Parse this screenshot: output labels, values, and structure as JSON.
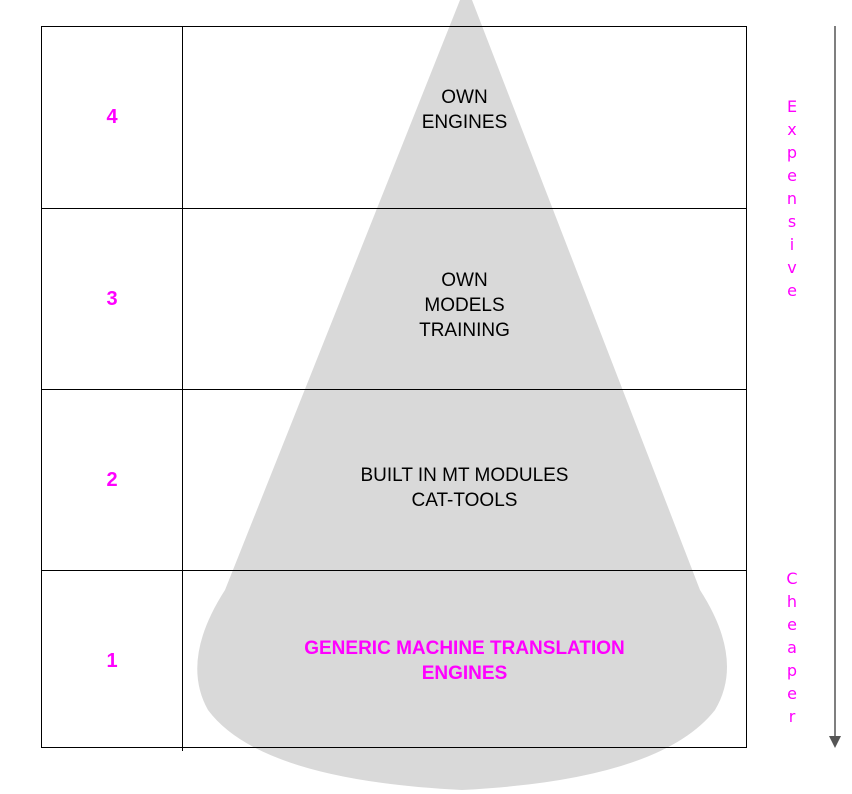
{
  "colors": {
    "accent": "#ff00ff",
    "cone": "#d9d9d9",
    "line": "#000000"
  },
  "tiers": [
    {
      "level": "1",
      "label": "GENERIC MACHINE TRANSLATION\nENGINES"
    },
    {
      "level": "2",
      "label": "BUILT IN MT MODULES\nCAT-TOOLS"
    },
    {
      "level": "3",
      "label": "OWN\nMODELS\nTRAINING"
    },
    {
      "level": "4",
      "label": "OWN\nENGINES"
    }
  ],
  "scale": {
    "top_label": "E\nx\np\ne\nn\ns\ni\nv\ne",
    "bottom_label": "C\nh\ne\na\np\ne\nr"
  }
}
